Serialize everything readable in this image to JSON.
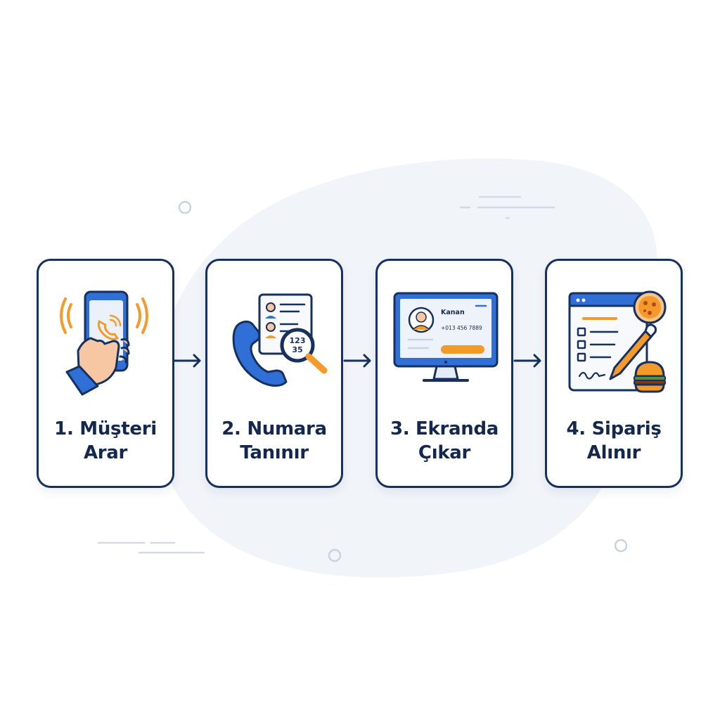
{
  "steps": [
    {
      "line1": "1. Müşteri",
      "line2": "Arar",
      "icon": "phone-ringing-hand-icon"
    },
    {
      "line1": "2. Numara",
      "line2": "Tanınır",
      "icon": "caller-id-search-icon"
    },
    {
      "line1": "3. Ekranda",
      "line2": "Çıkar",
      "icon": "monitor-profile-icon"
    },
    {
      "line1": "4. Sipariş",
      "line2": "Alınır",
      "icon": "order-form-food-icon"
    }
  ],
  "screen": {
    "name": "Kanan",
    "phone": "+013 456 7889"
  },
  "magnifier": {
    "line1": "123",
    "line2": "35"
  },
  "colors": {
    "border": "#16305f",
    "blue": "#2f6fd6",
    "orange": "#f39a2b",
    "blob": "#f1f4f9"
  }
}
